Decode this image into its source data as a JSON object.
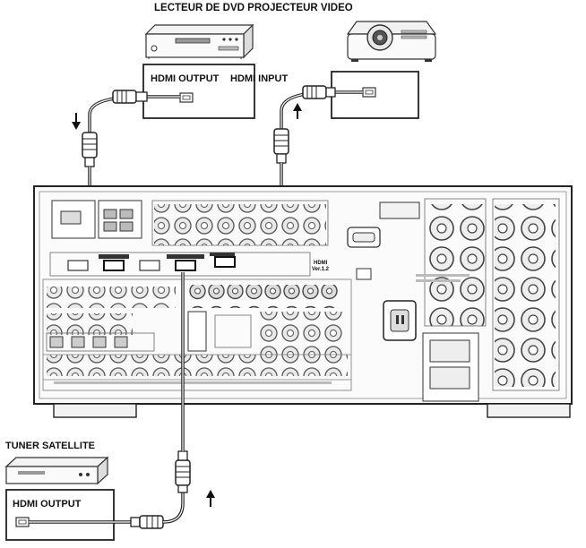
{
  "labels": {
    "top_heading": "LECTEUR DE DVD PROJECTEUR VIDEO",
    "dvd_port": "HDMI OUTPUT",
    "projector_port": "HDMI INPUT",
    "satellite_heading": "TUNER SATELLITE",
    "satellite_port": "HDMI OUTPUT",
    "receiver_badge_1": "HDMI",
    "receiver_badge_2": "Ver.1.2"
  }
}
